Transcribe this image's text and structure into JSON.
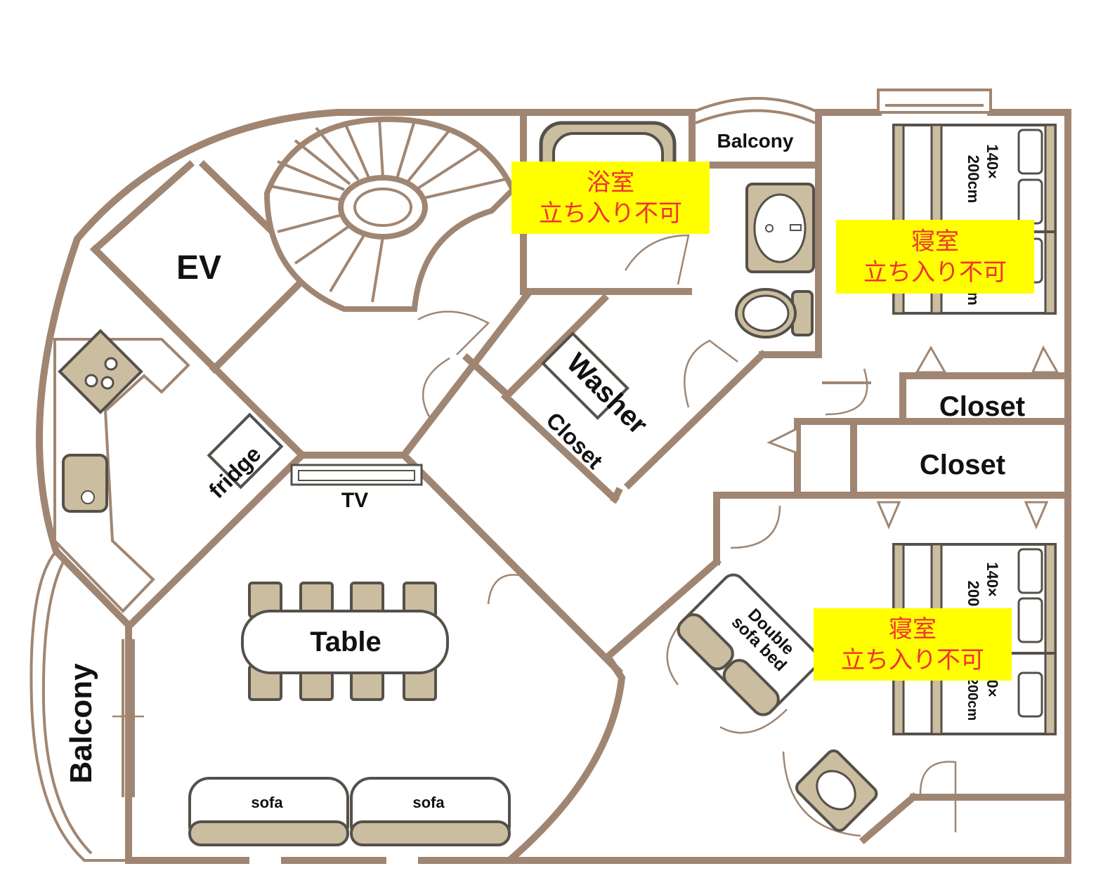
{
  "labels": {
    "ev": "EV",
    "balcony_top": "Balcony",
    "balcony_left": "Balcony",
    "fridge": "fridge",
    "tv": "TV",
    "table": "Table",
    "sofa_1": "sofa",
    "sofa_2": "sofa",
    "washer": "Washer",
    "closet_small": "Closet",
    "closet_upper": "Closet",
    "closet_lower": "Closet",
    "double_sofa_bed_line1": "Double",
    "double_sofa_bed_line2": "sofa bed",
    "bed_top_line1": "140×",
    "bed_top_line2": "200cm",
    "bed_top_partial": "m",
    "bed_lower_a_line1": "140×",
    "bed_lower_a_line2": "200",
    "bed_lower_b_line1": "0×",
    "bed_lower_b_line2": "200cm"
  },
  "notices": {
    "bathroom": {
      "line1": "浴室",
      "line2": "立ち入り不可"
    },
    "bedroom_top": {
      "line1": "寝室",
      "line2": "立ち入り不可"
    },
    "bedroom_bottom": {
      "line1": "寝室",
      "line2": "立ち入り不可"
    }
  },
  "colors": {
    "wall": "#a08672",
    "furniture_fill": "#cbbd9f",
    "furniture_stroke": "#55504a",
    "notice_bg": "#ffff00",
    "notice_text": "#ee3333"
  }
}
